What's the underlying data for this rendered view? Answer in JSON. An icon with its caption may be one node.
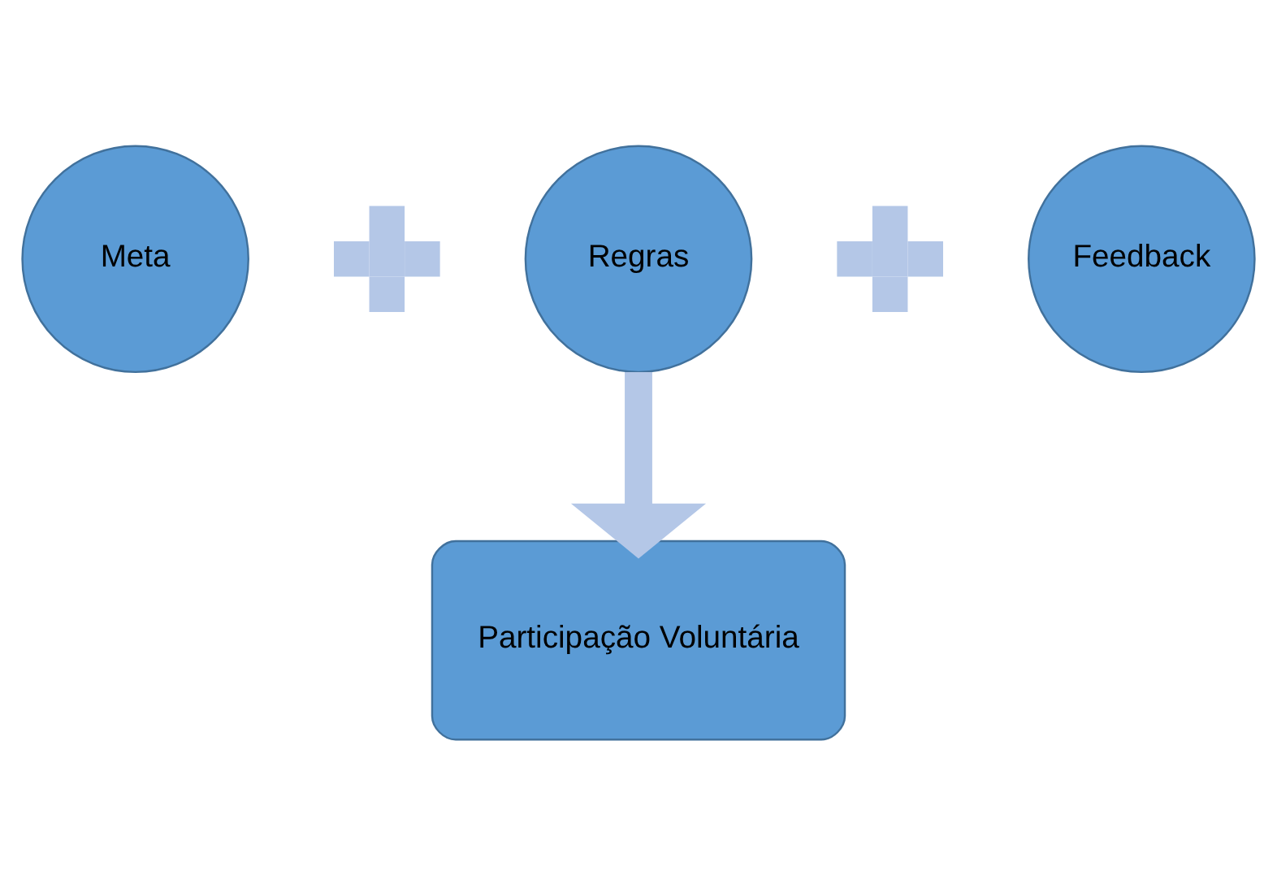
{
  "diagram": {
    "nodes": [
      {
        "text": [
          "Meta"
        ]
      },
      {
        "text": [],
        "shape": "plus"
      },
      {
        "text": [
          "Regras"
        ]
      },
      {
        "text": [],
        "shape": "plus"
      },
      {
        "text": [
          "Feedback"
        ]
      },
      {
        "text": [
          "Participação Voluntária"
        ]
      }
    ],
    "edges": [
      {
        "from": 2,
        "to": 5,
        "arrow": "to"
      }
    ]
  }
}
